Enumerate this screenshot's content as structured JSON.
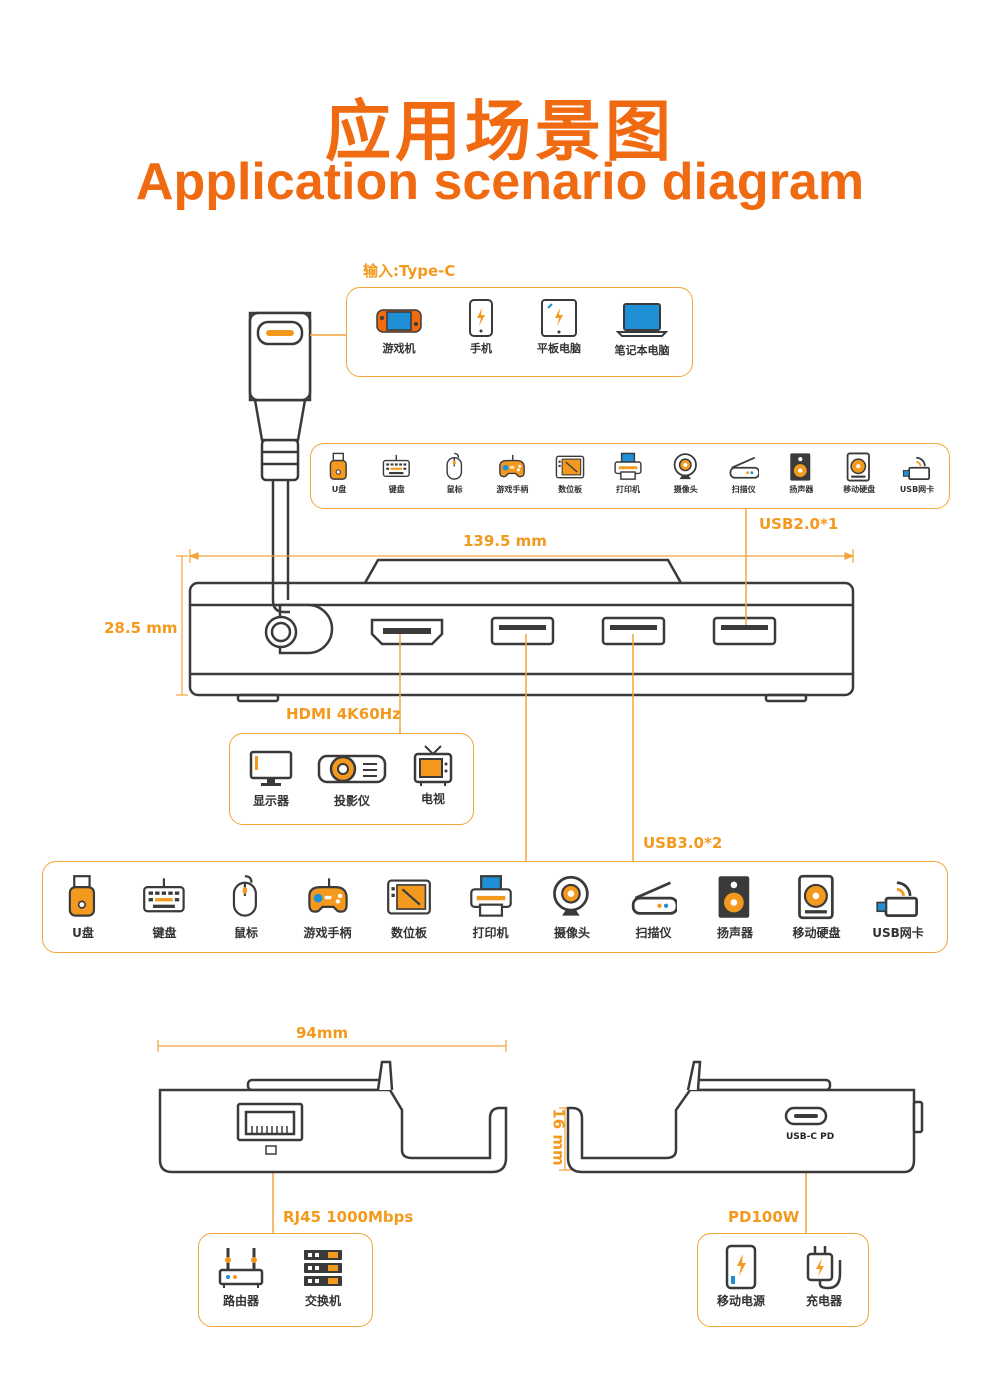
{
  "title_cn": "应用场景图",
  "title_en": "Application scenario diagram",
  "input": {
    "label": "输入:Type-C",
    "devices": [
      "游戏机",
      "手机",
      "平板电脑",
      "笔记本电脑"
    ]
  },
  "usb2": {
    "label": "USB2.0*1",
    "devices": [
      "U盘",
      "键盘",
      "鼠标",
      "游戏手柄",
      "数位板",
      "打印机",
      "摄像头",
      "扫描仪",
      "扬声器",
      "移动硬盘",
      "USB网卡"
    ]
  },
  "dimensions": {
    "width": "139.5 mm",
    "height": "28.5 mm",
    "depth": "94mm",
    "thickness": "16 mm"
  },
  "hdmi": {
    "label": "HDMI 4K60Hz",
    "devices": [
      "显示器",
      "投影仪",
      "电视"
    ]
  },
  "usb3": {
    "label": "USB3.0*2",
    "devices": [
      "U盘",
      "键盘",
      "鼠标",
      "游戏手柄",
      "数位板",
      "打印机",
      "摄像头",
      "扫描仪",
      "扬声器",
      "移动硬盘",
      "USB网卡"
    ]
  },
  "rj45": {
    "label": "RJ45 1000Mbps",
    "devices": [
      "路由器",
      "交换机"
    ]
  },
  "pd": {
    "label": "PD100W",
    "port_label": "USB-C PD",
    "devices": [
      "移动电源",
      "充电器"
    ]
  },
  "colors": {
    "accent": "#f06a12",
    "label_orange": "#f39a1e",
    "outline": "#3a3a3a",
    "icon_blue": "#1f8fd6"
  }
}
